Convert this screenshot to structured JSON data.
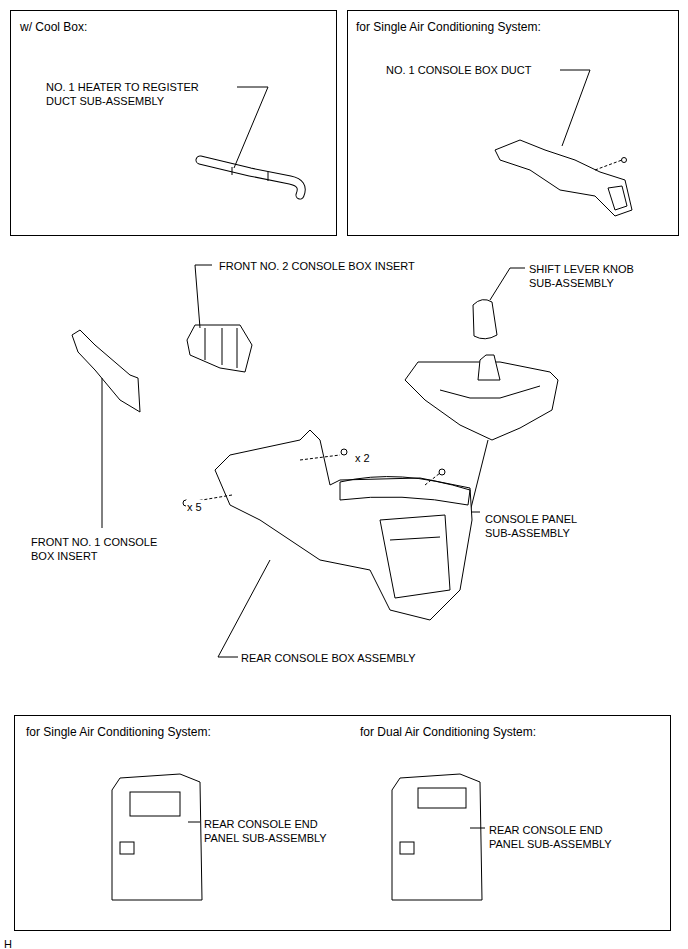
{
  "diagram": {
    "nodes": [
      {
        "text": [
          "w/ Cool Box:"
        ]
      },
      {
        "text": [
          "for Single Air Conditioning System:"
        ]
      },
      {
        "text": [
          "for Single Air Conditioning System:",
          "for Dual Air Conditioning System:"
        ]
      }
    ],
    "labels": [
      "NO. 1 HEATER TO REGISTER DUCT SUB-ASSEMBLY",
      "NO. 1 CONSOLE BOX DUCT",
      "FRONT NO. 2 CONSOLE BOX INSERT",
      "SHIFT LEVER KNOB SUB-ASSEMBLY",
      "x 2",
      "x 5",
      "FRONT NO. 1 CONSOLE BOX INSERT",
      "CONSOLE PANEL SUB-ASSEMBLY",
      "REAR CONSOLE BOX ASSEMBLY",
      "REAR CONSOLE END PANEL SUB-ASSEMBLY",
      "REAR CONSOLE END PANEL SUB-ASSEMBLY",
      "H"
    ]
  }
}
